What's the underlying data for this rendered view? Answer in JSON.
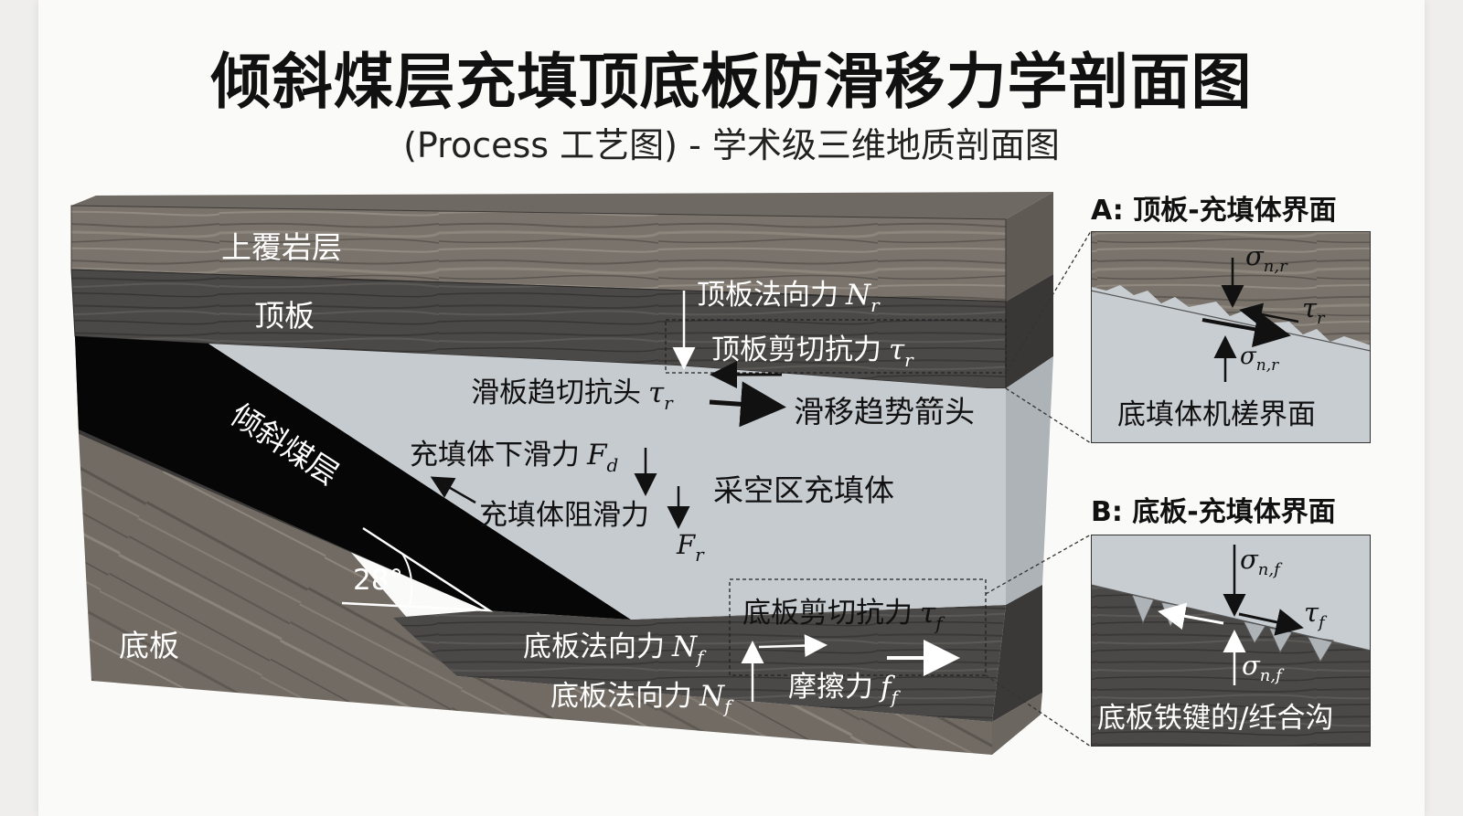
{
  "title": "倾斜煤层充填顶底板防滑移力学剖面图",
  "subtitle": "(Process 工艺图) - 学术级三维地质剖面图",
  "layers": {
    "overburden": "上覆岩层",
    "roof": "顶板",
    "coal_seam": "倾斜煤层",
    "floor": "底板",
    "goaf_fill": "采空区充填体"
  },
  "angle": "28°",
  "forces": {
    "roof_normal": "顶板法向力",
    "roof_normal_sym": "N",
    "roof_normal_sub": "r",
    "roof_shear": "顶板剪切抗力",
    "roof_shear_sym": "τ",
    "roof_shear_sub": "r",
    "slide_resist_head": "滑板趋切抗头",
    "slide_resist_sym": "τ",
    "slide_resist_sub": "r",
    "slip_trend": "滑移趋势箭头",
    "fill_down": "充填体下滑力",
    "fill_down_sym": "F",
    "fill_down_sub": "d",
    "fill_resist": "充填体阻滑力",
    "fill_resist_sym": "F",
    "fill_resist_sub": "r",
    "floor_shear": "底板剪切抗力",
    "floor_shear_sym": "τ",
    "floor_shear_sub": "f",
    "floor_normal_1": "底板法向力",
    "floor_normal_1_sym": "N",
    "floor_normal_1_sub": "f",
    "floor_normal_2": "底板法向力",
    "floor_normal_2_sym": "N",
    "floor_normal_2_sub": "f",
    "friction": "摩擦力",
    "friction_sym": "f",
    "friction_sub": "f"
  },
  "panel_a": {
    "title": "A: 顶板-充填体界面",
    "sigma_top": "σ",
    "sigma_top_sub": "n,r",
    "tau": "τ",
    "tau_sub": "r",
    "sigma_bottom": "σ",
    "sigma_bottom_sub": "n,r",
    "caption": "底填体机槎界面"
  },
  "panel_b": {
    "title": "B: 底板-充填体界面",
    "sigma_top": "σ",
    "sigma_top_sub": "n,f",
    "tau": "τ",
    "tau_sub": "f",
    "sigma_bottom": "σ",
    "sigma_bottom_sub": "n,f",
    "caption": "底板铁键的/纴合沟"
  },
  "colors": {
    "overburden": "#77716a",
    "roof": "#4a4a48",
    "coal": "#050505",
    "floor": "#6f6a64",
    "fill": "#c3c8cd",
    "text_dark": "#111111",
    "text_light": "#ffffff"
  }
}
